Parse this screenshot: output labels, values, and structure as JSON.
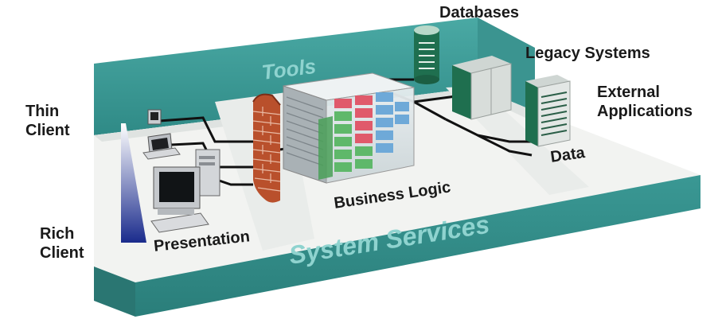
{
  "diagram": {
    "labels": {
      "thin_client_line1": "Thin",
      "thin_client_line2": "Client",
      "rich_client_line1": "Rich",
      "rich_client_line2": "Client",
      "presentation": "Presentation",
      "business_logic": "Business Logic",
      "data": "Data",
      "databases": "Databases",
      "legacy_systems": "Legacy Systems",
      "external_apps_line1": "External",
      "external_apps_line2": "Applications",
      "tools": "Tools",
      "system_services": "System Services"
    },
    "colors": {
      "teal": "#3d9e9a",
      "teal_text": "#8fd3cf",
      "platform_top": "#f2f3f1",
      "wall_brick": "#b9502c",
      "server_green": "#1f6f4f",
      "gradient_blue": "#1a2b8c"
    }
  }
}
